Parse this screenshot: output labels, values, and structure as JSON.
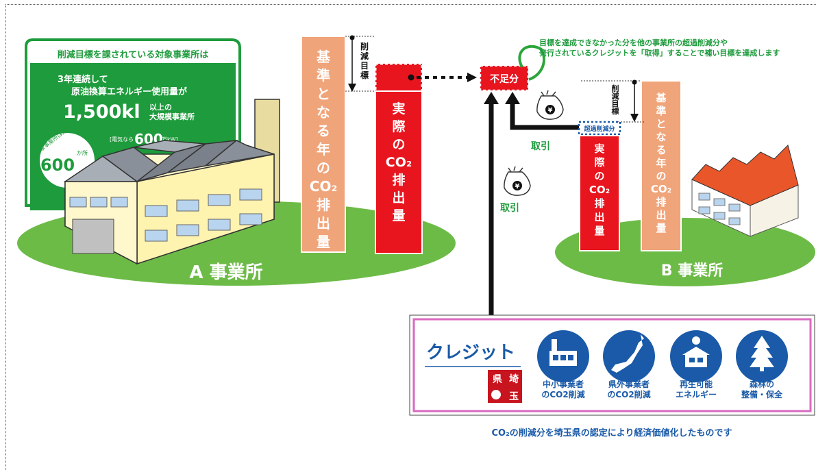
{
  "title_note": {
    "line1": "目標を達成できなかった分を他の事業所の超過削減分や",
    "line2": "発行されているクレジットを「取得」することで補い目標を達成します"
  },
  "target_panel": {
    "header": "削減目標を課されている対象事業所は",
    "line1": "3年連続して",
    "line2": "原油換算エネルギー使用量が",
    "amount": "1,500kl",
    "amount_suffix1": "以上の",
    "amount_suffix2": "大規模事業所",
    "elec_prefix": "[電気なら",
    "elec_value": "600",
    "elec_suffix": "万kW]",
    "count_label": "対象事業所は県内に",
    "count_value": "600",
    "count_unit": "か所"
  },
  "site_a": {
    "label": "A 事業所",
    "base_bar": [
      "基",
      "準",
      "と",
      "な",
      "る",
      "年",
      "の",
      "CO₂",
      "排",
      "出",
      "量"
    ],
    "actual_bar": [
      "実",
      "際",
      "の",
      "CO₂",
      "排",
      "出",
      "量"
    ],
    "reduction_label": [
      "削",
      "減",
      "目",
      "標"
    ]
  },
  "shortfall": {
    "label": "不足分"
  },
  "trade": {
    "label_upper": "取引",
    "label_lower": "取引"
  },
  "site_b": {
    "label": "B 事業所",
    "excess_label": "超過削減分",
    "actual_bar": [
      "実",
      "際",
      "の",
      "CO₂",
      "排",
      "出",
      "量"
    ],
    "base_bar": [
      "基",
      "準",
      "と",
      "な",
      "る",
      "年",
      "の",
      "CO₂",
      "排",
      "出",
      "量"
    ],
    "reduction_label": [
      "削",
      "減",
      "目",
      "標"
    ]
  },
  "credit": {
    "title": "クレジット",
    "seal": [
      "県",
      "埼",
      "玉"
    ],
    "items": [
      {
        "icon": "factory-icon",
        "line1": "中小事業者",
        "line2": "のCO2削減"
      },
      {
        "icon": "japan-map-icon",
        "line1": "県外事業者",
        "line2": "のCO2削減"
      },
      {
        "icon": "solar-house-icon",
        "line1": "再生可能",
        "line2": "エネルギー"
      },
      {
        "icon": "tree-icon",
        "line1": "森林の",
        "line2": "整備・保全"
      }
    ],
    "caption": "CO₂の削減分を埼玉県の認定により経済価値化したものです"
  },
  "colors": {
    "green": "#1e9b3c",
    "light_green": "#7cc84a",
    "salmon": "#f0a47a",
    "red": "#e8141e",
    "blue": "#1a5aa8",
    "pink": "#d96ac0"
  }
}
